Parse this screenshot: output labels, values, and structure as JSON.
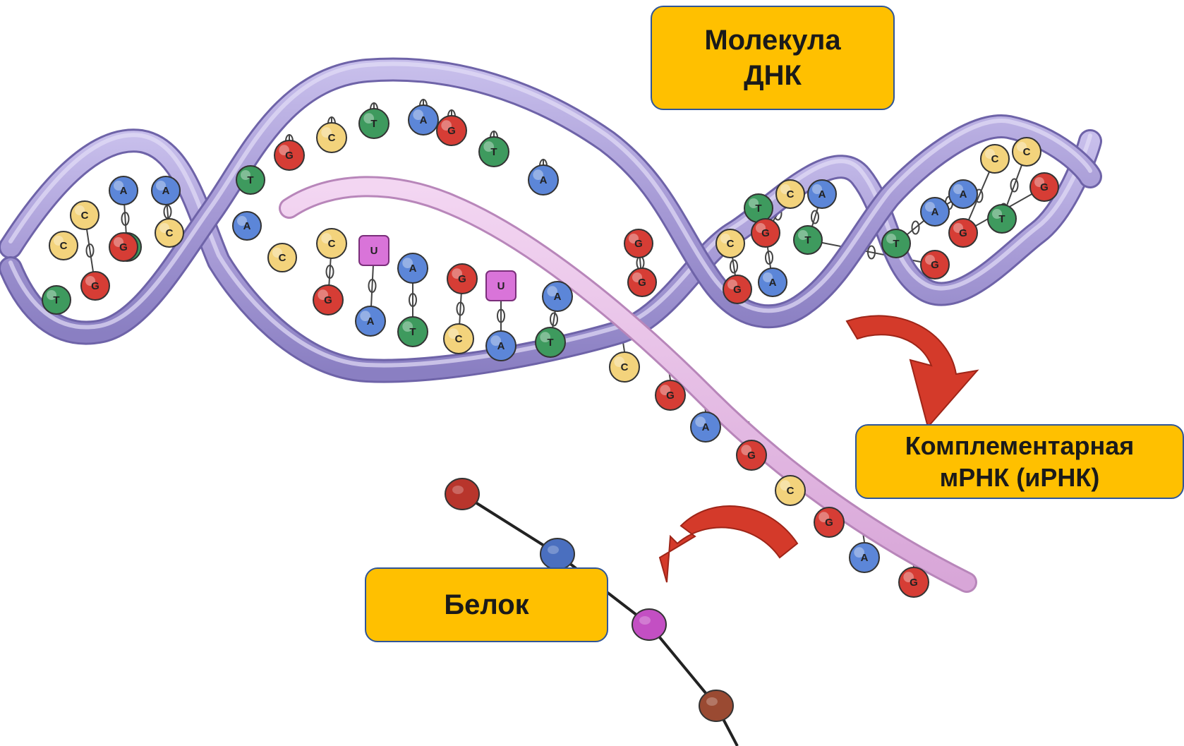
{
  "labels": {
    "dna": {
      "line1": "Молекула",
      "line2": "ДНК"
    },
    "mrna": {
      "line1": "Комплементарная",
      "line2": "мРНК (иРНК)"
    },
    "protein": "Белок"
  },
  "colors": {
    "callout_fill": "#FFC000",
    "callout_border": "#2F5597",
    "backbone": "#A79BD6",
    "backbone_stroke": "#6E63A8",
    "mrna_strand": "#E7BEE6",
    "arrow": "#D43A2A",
    "base_A": "#5C86D8",
    "base_T": "#3E9A5E",
    "base_G": "#D63D35",
    "base_C": "#F3D37C",
    "base_U": "#D974D9"
  },
  "icons": [
    "curved-arrow-down-icon",
    "curved-arrow-left-icon"
  ],
  "dna_bases": {
    "left_loop_top": [
      "A",
      "C",
      "C"
    ],
    "left_loop_bottom": [
      "T",
      "G",
      "T"
    ],
    "left_loop_mid": [
      "A",
      "C",
      "G"
    ],
    "top_arc": [
      "G",
      "C",
      "T",
      "A",
      "G",
      "T",
      "A"
    ],
    "crossing": [
      "T",
      "A",
      "C"
    ],
    "middle_top": [
      "C",
      "U",
      "A",
      "G",
      "U",
      "A"
    ],
    "middle_bottom": [
      "G",
      "A",
      "T",
      "C",
      "A",
      "T"
    ],
    "right_loop_top": [
      "T",
      "C",
      "A",
      "A",
      "C",
      "C"
    ],
    "right_loop_mid": [
      "C",
      "G",
      "T",
      "A",
      "G",
      "T"
    ],
    "right_loop_bottom": [
      "G",
      "A",
      "G",
      "T",
      "G"
    ],
    "center_pair": [
      "G",
      "G"
    ]
  },
  "mrna_bases": [
    "C",
    "G",
    "A",
    "G",
    "C",
    "G",
    "A",
    "G"
  ],
  "protein_beads": [
    "red",
    "blue",
    "magenta",
    "brown"
  ]
}
